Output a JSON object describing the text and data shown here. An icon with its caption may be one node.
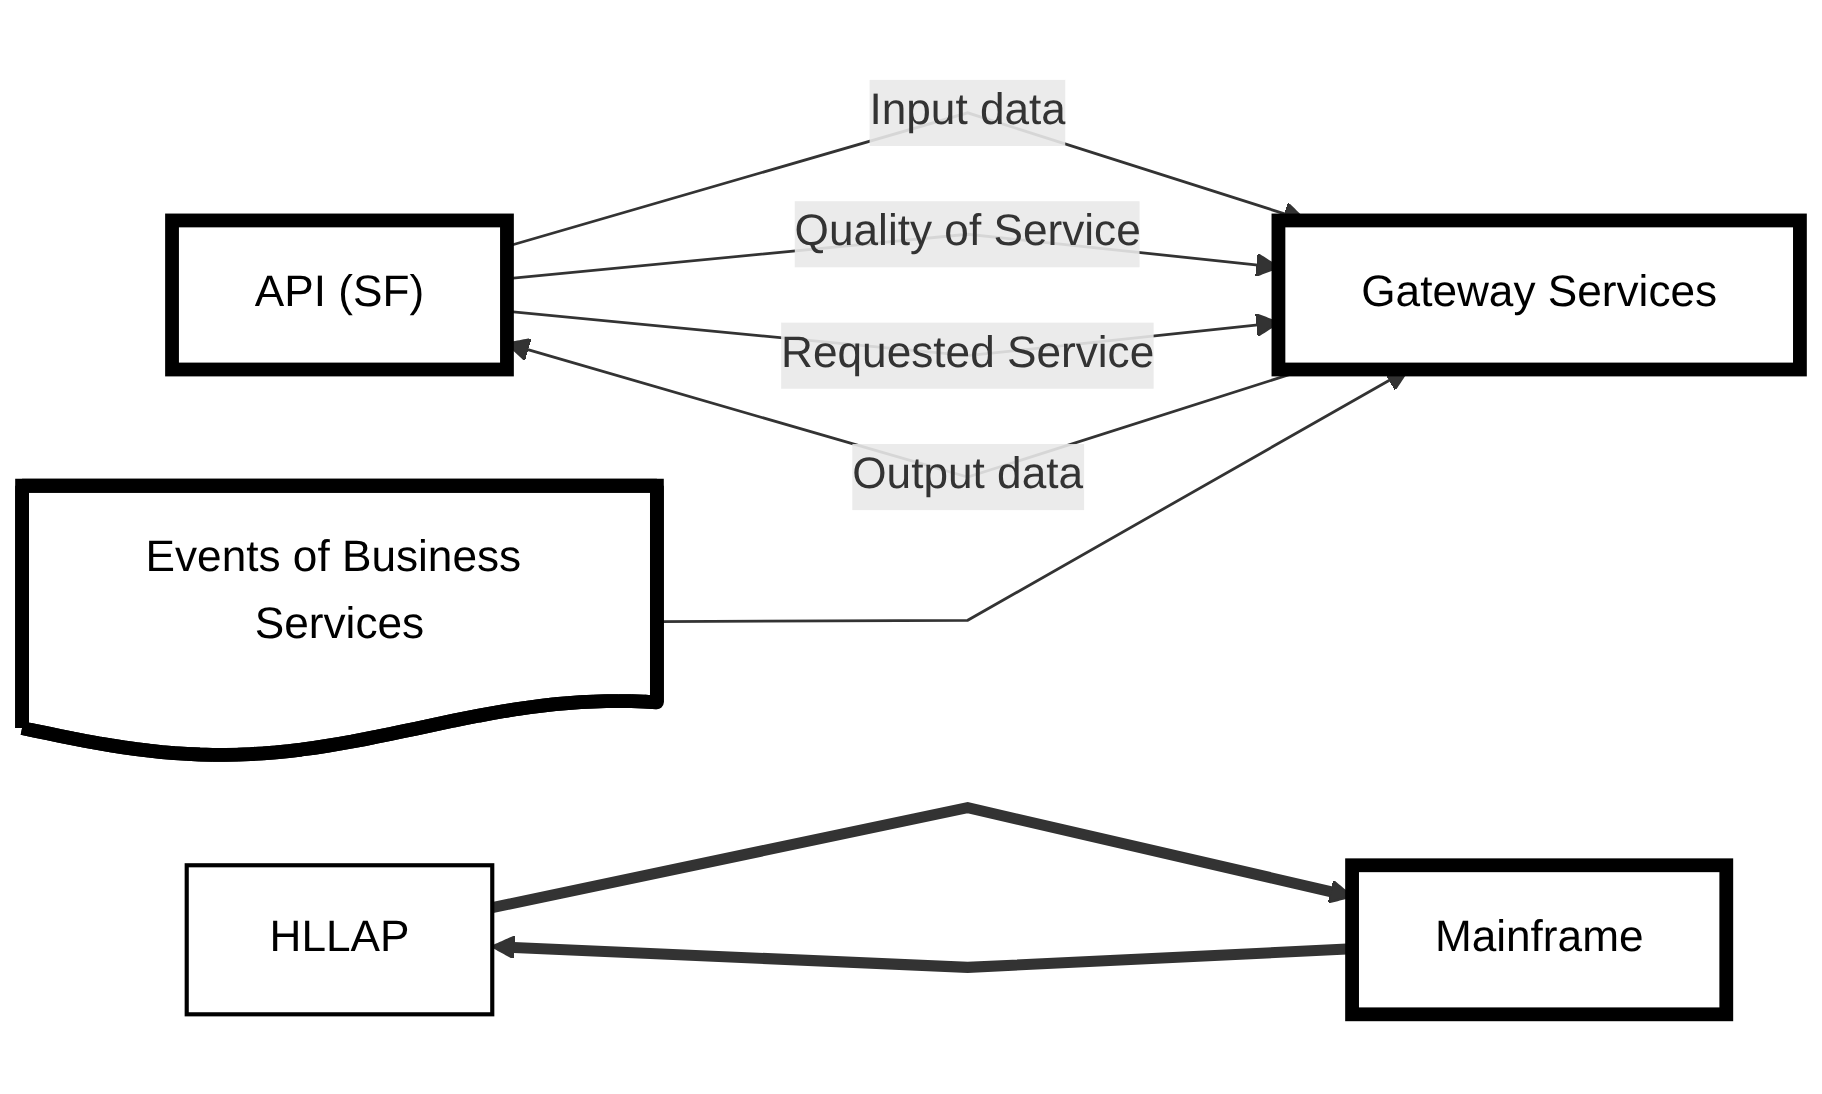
{
  "diagram": {
    "nodes": [
      {
        "text": [
          "API (SF)"
        ]
      },
      {
        "text": [
          "Gateway Services"
        ]
      },
      {
        "text": [
          "Events of Business Services"
        ]
      },
      {
        "text": [
          "HLLAP"
        ]
      },
      {
        "text": [
          "Mainframe"
        ]
      }
    ],
    "edges": [
      {
        "from": 0,
        "to": 1,
        "arrow": "to",
        "label": "Input data"
      },
      {
        "from": 0,
        "to": 1,
        "arrow": "to",
        "label": "Quality of Service"
      },
      {
        "from": 0,
        "to": 1,
        "arrow": "to",
        "label": "Requested Service"
      },
      {
        "from": 1,
        "to": 0,
        "arrow": "to",
        "label": "Output data"
      },
      {
        "from": 2,
        "to": 1,
        "arrow": "to"
      },
      {
        "from": 3,
        "to": 4,
        "arrow": "to",
        "style": "thick"
      },
      {
        "from": 4,
        "to": 3,
        "arrow": "to",
        "style": "thick"
      }
    ]
  }
}
